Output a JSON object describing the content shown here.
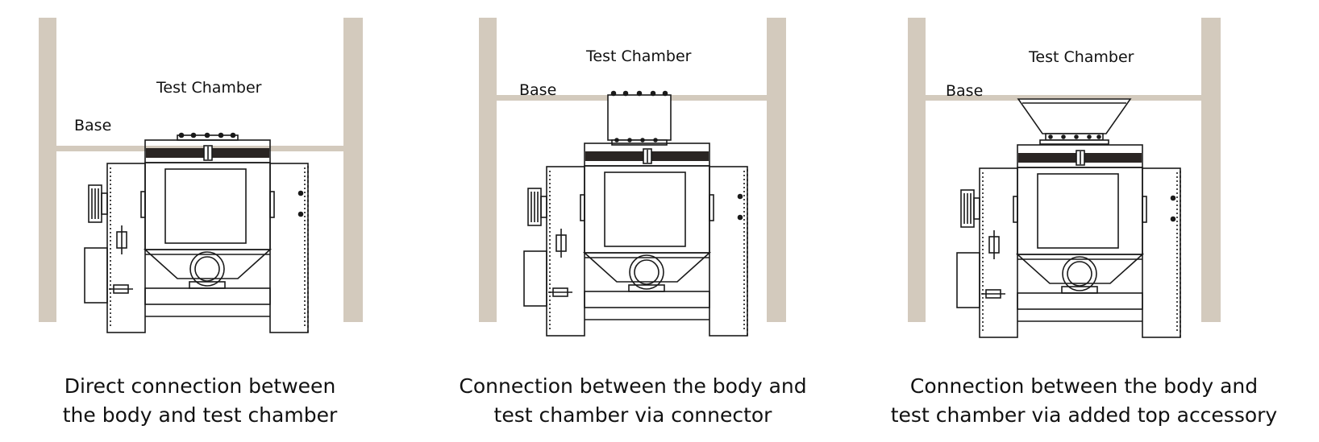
{
  "colors": {
    "wall": "#d3cabd",
    "line": "#1a1a1a",
    "band": "#2a2523"
  },
  "panels": [
    {
      "base_label": "Base",
      "chamber_label": "Test Chamber",
      "caption_line1": "Direct connection between",
      "caption_line2": "the body and test chamber"
    },
    {
      "base_label": "Base",
      "chamber_label": "Test Chamber",
      "caption_line1": "Connection between the body and",
      "caption_line2": "test chamber via connector"
    },
    {
      "base_label": "Base",
      "chamber_label": "Test Chamber",
      "caption_line1": "Connection between the body and",
      "caption_line2": "test chamber via added top accessory"
    }
  ]
}
